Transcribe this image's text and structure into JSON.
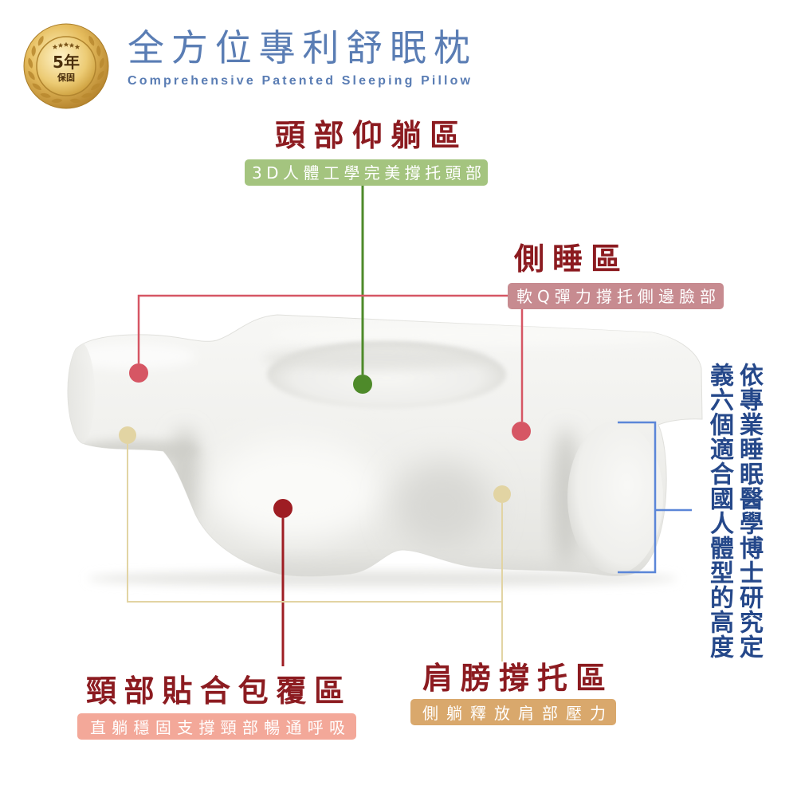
{
  "badge": {
    "years": "5年",
    "label": "保固"
  },
  "header": {
    "title": "全方位專利舒眠枕",
    "subtitle": "Comprehensive Patented Sleeping Pillow"
  },
  "zones": {
    "head_supine": {
      "title": "頭部仰躺區",
      "desc": "3D人體工學完美撐托頭部"
    },
    "side_sleep": {
      "title": "側睡區",
      "desc": "軟Q彈力撐托側邊臉部"
    },
    "neck_wrap": {
      "title": "頸部貼合包覆區",
      "desc": "直躺穩固支撐頸部暢通呼吸"
    },
    "shoulder_support": {
      "title": "肩膀撐托區",
      "desc": "側躺釋放肩部壓力"
    }
  },
  "height_note": {
    "lines": [
      "依專業睡眠醫學博士研究定",
      "義六個適合國人體型的高度"
    ]
  },
  "colors": {
    "title_blue": "#5a7db4",
    "zone_title_red": "#8c1b20",
    "head_pill_green": "#a4c47f",
    "head_marker_green": "#4e8a2a",
    "side_pill_rose": "#c78b90",
    "side_marker_red": "#d65664",
    "neck_pill_peach": "#f3a899",
    "neck_marker_red": "#9e1d23",
    "shoulder_pill_tan": "#d9a86c",
    "shoulder_marker_beige": "#e2d4a3",
    "bracket_blue": "#5b86d8",
    "note_navy": "#25488a",
    "badge_gold": "#d9ab4a"
  },
  "icons": {
    "badge": "laurel-medal-icon",
    "markers": "dot-marker-icon",
    "stars": "star-icon"
  }
}
